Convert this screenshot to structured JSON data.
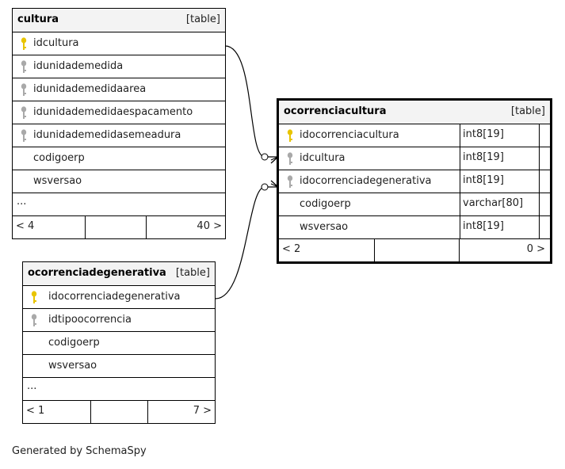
{
  "tables": {
    "cultura": {
      "name": "cultura",
      "kind": "[table]",
      "columns": [
        {
          "name": "idcultura",
          "key": "primary"
        },
        {
          "name": "idunidademedida",
          "key": "foreign"
        },
        {
          "name": "idunidademedidaarea",
          "key": "foreign"
        },
        {
          "name": "idunidademedidaespacamento",
          "key": "foreign"
        },
        {
          "name": "idunidademedidasemeadura",
          "key": "foreign"
        },
        {
          "name": "codigoerp",
          "key": "none"
        },
        {
          "name": "wsversao",
          "key": "none"
        }
      ],
      "ellipsis": "...",
      "footer": {
        "left": "< 4",
        "right": "40 >"
      }
    },
    "ocorrenciadegenerativa": {
      "name": "ocorrenciadegenerativa",
      "kind": "[table]",
      "columns": [
        {
          "name": "idocorrenciadegenerativa",
          "key": "primary"
        },
        {
          "name": "idtipoocorrencia",
          "key": "foreign"
        },
        {
          "name": "codigoerp",
          "key": "none"
        },
        {
          "name": "wsversao",
          "key": "none"
        }
      ],
      "ellipsis": "...",
      "footer": {
        "left": "< 1",
        "right": "7 >"
      }
    },
    "ocorrenciacultura": {
      "name": "ocorrenciacultura",
      "kind": "[table]",
      "columns": [
        {
          "name": "idocorrenciacultura",
          "type": "int8[19]",
          "key": "primary"
        },
        {
          "name": "idcultura",
          "type": "int8[19]",
          "key": "foreign"
        },
        {
          "name": "idocorrenciadegenerativa",
          "type": "int8[19]",
          "key": "foreign"
        },
        {
          "name": "codigoerp",
          "type": "varchar[80]",
          "key": "none"
        },
        {
          "name": "wsversao",
          "type": "int8[19]",
          "key": "none"
        }
      ],
      "footer": {
        "left": "< 2",
        "right": "0 >"
      }
    }
  },
  "colors": {
    "primary_key": "#e8c400",
    "foreign_key": "#a9a9a9",
    "header_bg": "#f3f3f3"
  },
  "generated_by": "Generated by SchemaSpy"
}
